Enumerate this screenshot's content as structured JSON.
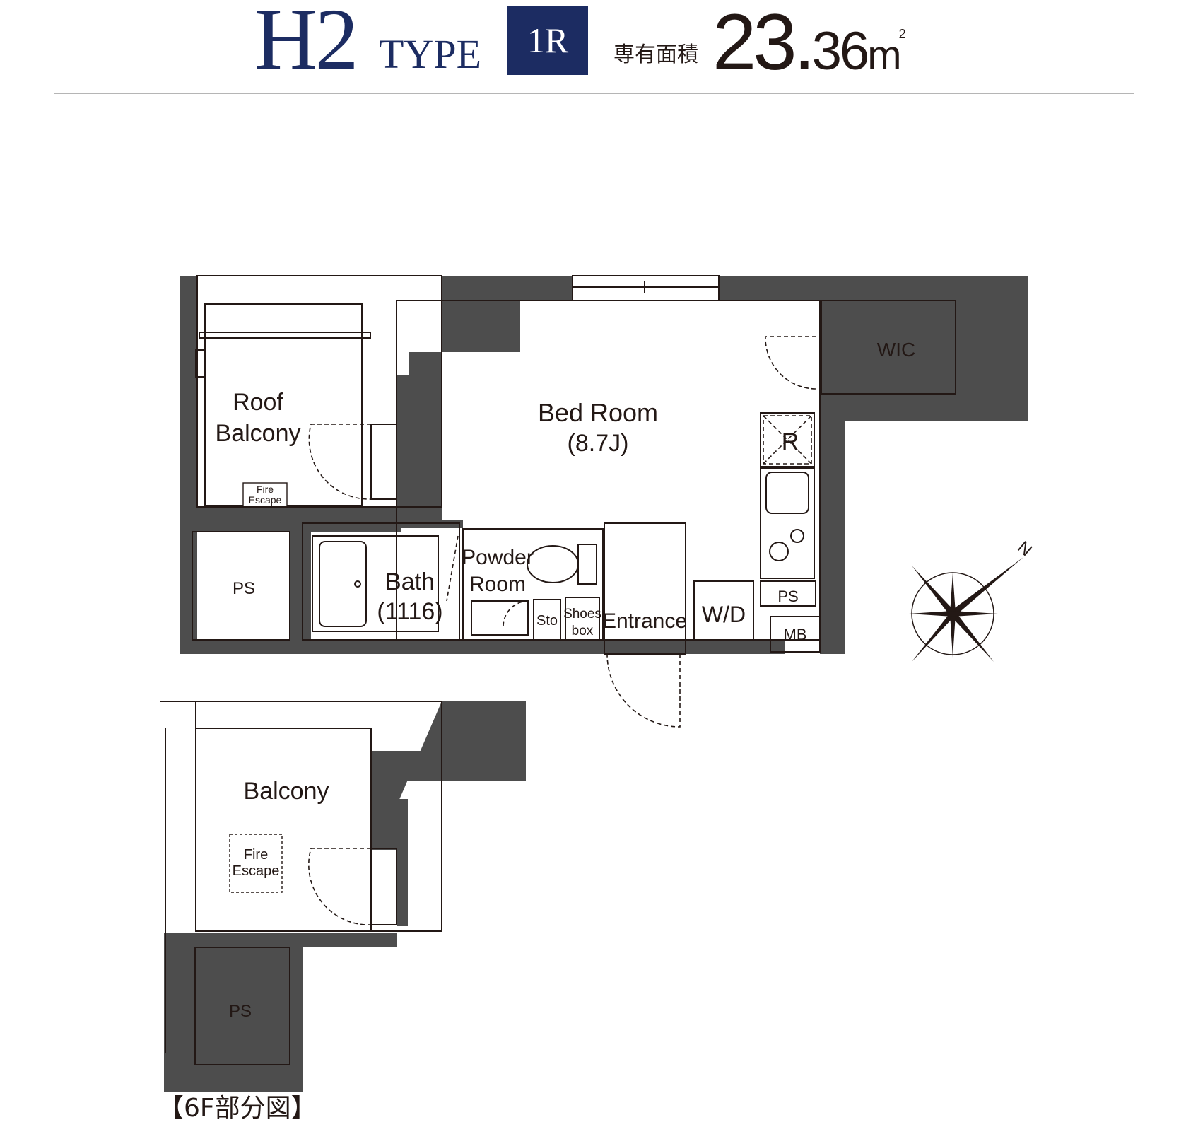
{
  "header": {
    "type_code": "H2",
    "type_suffix": "TYPE",
    "layout_badge": "1R",
    "area_label": "専有面積",
    "area_integer": "23.",
    "area_decimal": "36",
    "area_unit": "m",
    "area_unit_sup": "2"
  },
  "rooms": {
    "roof_balcony_line1": "Roof",
    "roof_balcony_line2": "Balcony",
    "fire_escape_line1": "Fire",
    "fire_escape_line2": "Escape",
    "bed_room": "Bed Room",
    "bed_room_size": "(8.7J)",
    "wic": "WIC",
    "refrigerator": "R",
    "ps_left": "PS",
    "bath": "Bath",
    "bath_size": "(1116)",
    "powder_line1": "Powder",
    "powder_line2": "Room",
    "storage": "Sto",
    "shoes_line1": "Shoes",
    "shoes_line2": "box",
    "entrance": "Entrance",
    "washer_dryer": "W/D",
    "ps_kitchen": "PS",
    "mb": "MB"
  },
  "partial_plan": {
    "balcony": "Balcony",
    "fire_escape_line1": "Fire",
    "fire_escape_line2": "Escape",
    "ps": "PS",
    "caption": "【6F部分図】"
  },
  "compass": {
    "north_label": "N"
  },
  "colors": {
    "wall": "#4d4d4d",
    "brand_navy": "#1c2c62",
    "text": "#231815",
    "divider": "#b5b5b5"
  }
}
